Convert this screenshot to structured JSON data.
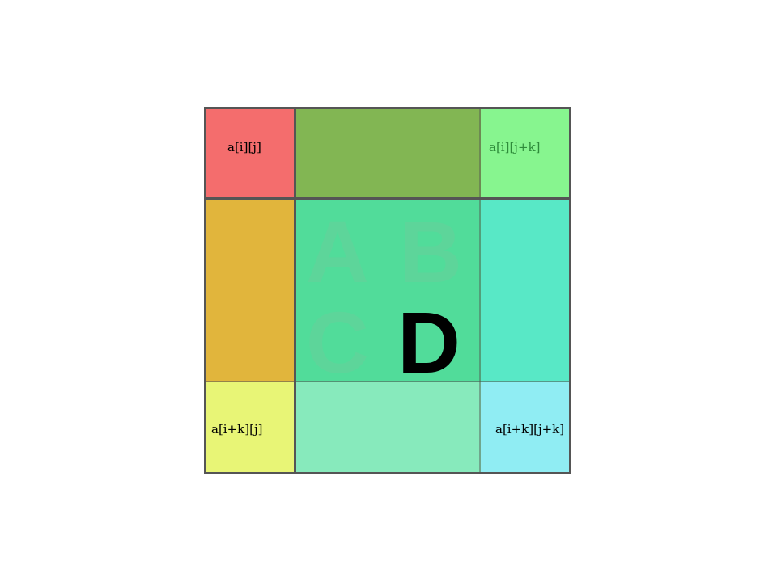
{
  "cells": {
    "top_left": {
      "label": "a[i][j]",
      "color": "#f46d6d"
    },
    "top_middle": {
      "color": "#82b653"
    },
    "top_right": {
      "label": "a[i][j+k]",
      "color": "#87f58f",
      "label_color": "#2e8b3a"
    },
    "middle_left": {
      "color": "#e1b53c"
    },
    "center": {
      "color": "#51dc9a"
    },
    "middle_right": {
      "color": "#58e8c6"
    },
    "bottom_left": {
      "label": "a[i+k][j]",
      "color": "#e8f576"
    },
    "bottom_middle": {
      "color": "#87eabc"
    },
    "bottom_right": {
      "label": "a[i+k][j+k]",
      "color": "#90edf3"
    }
  },
  "quadrants": {
    "a": {
      "letter": "A",
      "color": "#5dd59a"
    },
    "b": {
      "letter": "B",
      "color": "#5dd59a"
    },
    "c": {
      "letter": "C",
      "color": "#5dd59a"
    },
    "d": {
      "letter": "D",
      "color": "#000000"
    }
  },
  "colors": {
    "grid_line": "#555555",
    "label_text": "#000000"
  }
}
